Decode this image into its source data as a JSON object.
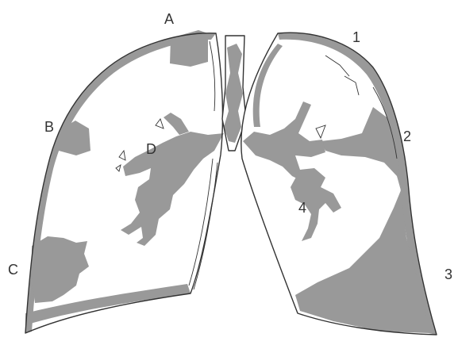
{
  "colors": {
    "background": "#ffffff",
    "opacity_gray": "#999999",
    "outline": "#333333"
  },
  "labels": {
    "A": "A",
    "B": "B",
    "C": "C",
    "D": "D",
    "one": "1",
    "two": "2",
    "three": "3",
    "four": "4"
  }
}
